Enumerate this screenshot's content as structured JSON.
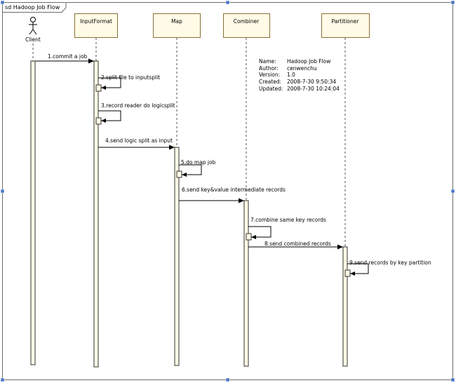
{
  "frame": {
    "label": "sd Hadoop Job Flow"
  },
  "actor": {
    "name": "Client"
  },
  "lifelines": [
    {
      "id": "client",
      "label": "Client"
    },
    {
      "id": "inputformat",
      "label": "InputFormat"
    },
    {
      "id": "map",
      "label": "Map"
    },
    {
      "id": "combiner",
      "label": "Combiner"
    },
    {
      "id": "partitioner",
      "label": "Partitioner"
    }
  ],
  "messages": [
    {
      "label": "1.commit a job",
      "from": "client",
      "to": "inputformat"
    },
    {
      "label": "2.split file to inputsplit",
      "from": "inputformat",
      "to": "inputformat"
    },
    {
      "label": "3.record reader do logicsplit",
      "from": "inputformat",
      "to": "inputformat"
    },
    {
      "label": "4.send logic split as input",
      "from": "inputformat",
      "to": "map"
    },
    {
      "label": "5.do map job",
      "from": "map",
      "to": "map"
    },
    {
      "label": "6.send key&value intermediate records",
      "from": "map",
      "to": "combiner"
    },
    {
      "label": "7.combine same key records",
      "from": "combiner",
      "to": "combiner"
    },
    {
      "label": "8.send combined records",
      "from": "combiner",
      "to": "partitioner"
    },
    {
      "label": "9.send records by key partition",
      "from": "partitioner",
      "to": "partitioner"
    }
  ],
  "info": [
    {
      "key": "Name:",
      "value": "Hadoop Job Flow"
    },
    {
      "key": "Author:",
      "value": "cenwenchu"
    },
    {
      "key": "Version:",
      "value": "1.0"
    },
    {
      "key": "Created:",
      "value": "2008-7-30 9:50:34"
    },
    {
      "key": "Updated:",
      "value": "2008-7-30 10:24:04"
    }
  ]
}
